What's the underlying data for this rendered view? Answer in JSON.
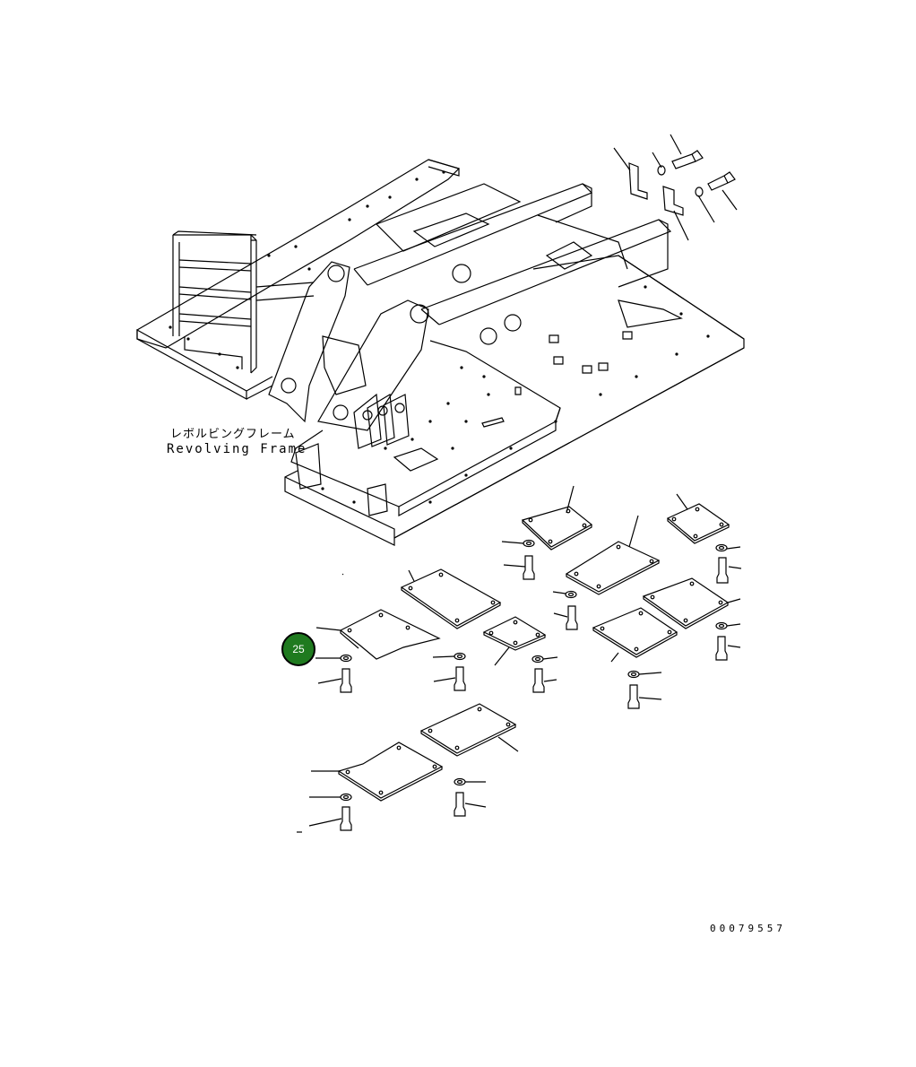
{
  "frame_label": {
    "japanese": "レボルビングフレーム",
    "english": "Revolving Frame"
  },
  "callout": {
    "number": "25",
    "color": "#1f7a1f"
  },
  "document_id": "00079557"
}
